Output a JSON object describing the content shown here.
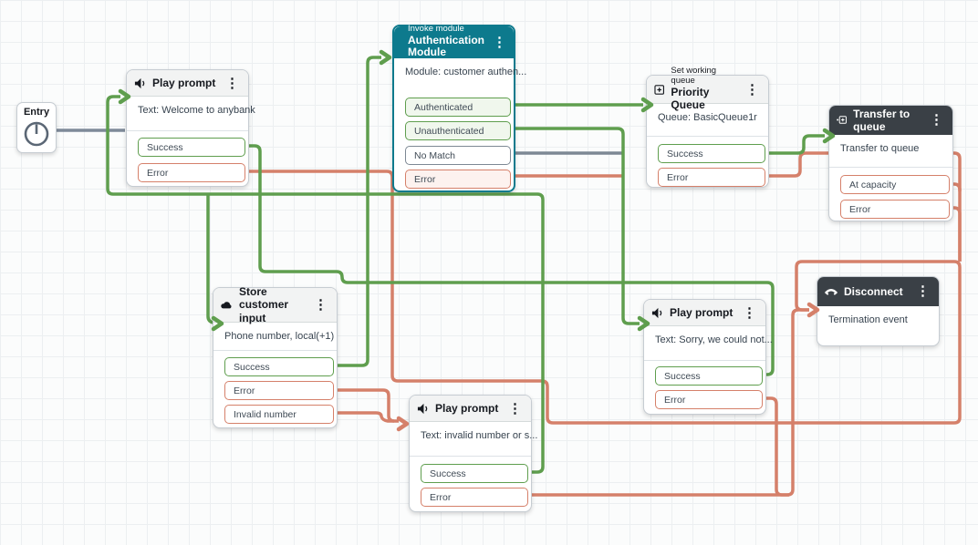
{
  "canvas": {
    "background": "#fbfcfc",
    "grid_color": "#eceff1"
  },
  "colors": {
    "success_wire": "#5f9e4e",
    "error_wire": "#d5806a",
    "neutral_wire": "#7d8894",
    "entry_wire": "#7e8a99",
    "module_header": "#0d7a8d",
    "dark_header": "#3a4046",
    "header_bg": "#f2f3f3"
  },
  "entry": {
    "label": "Entry"
  },
  "nodes": [
    {
      "id": "play-prompt-welcome",
      "title": "Play prompt",
      "icon": "speaker",
      "body": "Text: Welcome to anybank",
      "menu": "⋮",
      "outputs": [
        {
          "label": "Success",
          "color": "green"
        },
        {
          "label": "Error",
          "color": "red"
        }
      ]
    },
    {
      "id": "authentication-module",
      "kind": "Invoke module",
      "title": "Authentication Module",
      "icon": "module",
      "body": "Module: customer authen...",
      "has_dropdown": true,
      "menu": "⋮",
      "outputs": [
        {
          "label": "Authenticated",
          "color": "green",
          "tint": true
        },
        {
          "label": "Unauthenticated",
          "color": "green",
          "tint": true
        },
        {
          "label": "No Match",
          "color": "gray"
        },
        {
          "label": "Error",
          "color": "red",
          "tint": true
        }
      ]
    },
    {
      "id": "priority-queue",
      "kind": "Set working queue",
      "title": "Priority Queue",
      "icon": "queue",
      "body": "Queue: BasicQueue1r",
      "menu": "⋮",
      "outputs": [
        {
          "label": "Success",
          "color": "green"
        },
        {
          "label": "Error",
          "color": "red"
        }
      ]
    },
    {
      "id": "transfer-to-queue",
      "title": "Transfer to queue",
      "icon": "transfer",
      "body": "Transfer to queue",
      "menu": "⋮",
      "outputs": [
        {
          "label": "At capacity",
          "color": "red"
        },
        {
          "label": "Error",
          "color": "red"
        }
      ]
    },
    {
      "id": "store-customer-input",
      "title": "Store customer input",
      "icon": "cloud",
      "body": "Phone number, local(+1)",
      "menu": "⋮",
      "outputs": [
        {
          "label": "Success",
          "color": "green"
        },
        {
          "label": "Error",
          "color": "red"
        },
        {
          "label": "Invalid number",
          "color": "red"
        }
      ]
    },
    {
      "id": "play-prompt-invalid",
      "title": "Play prompt",
      "icon": "speaker",
      "body": "Text: invalid number or s...",
      "has_dropdown": true,
      "menu": "⋮",
      "outputs": [
        {
          "label": "Success",
          "color": "green"
        },
        {
          "label": "Error",
          "color": "red"
        }
      ]
    },
    {
      "id": "play-prompt-sorry",
      "title": "Play prompt",
      "icon": "speaker",
      "body": "Text: Sorry, we could not...",
      "has_dropdown": true,
      "menu": "⋮",
      "outputs": [
        {
          "label": "Success",
          "color": "green"
        },
        {
          "label": "Error",
          "color": "red"
        }
      ]
    },
    {
      "id": "disconnect",
      "title": "Disconnect",
      "icon": "phone",
      "body": "Termination event",
      "menu": "⋮",
      "outputs": []
    }
  ],
  "wires": [
    {
      "from": "entry",
      "to": "play-prompt-welcome",
      "color": "entry"
    },
    {
      "from": "play-prompt-welcome.Success",
      "to": "store-customer-input",
      "color": "success"
    },
    {
      "from": "play-prompt-welcome.Error",
      "to": "disconnect",
      "color": "error"
    },
    {
      "from": "store-customer-input.Success",
      "to": "authentication-module",
      "color": "success"
    },
    {
      "from": "store-customer-input.Error",
      "to": "play-prompt-invalid",
      "color": "error"
    },
    {
      "from": "store-customer-input.Invalid number",
      "to": "play-prompt-invalid",
      "color": "error"
    },
    {
      "from": "authentication-module.Authenticated",
      "to": "priority-queue",
      "color": "success"
    },
    {
      "from": "authentication-module.Unauthenticated",
      "to": "play-prompt-sorry",
      "color": "success"
    },
    {
      "from": "authentication-module.No Match",
      "to": "play-prompt-sorry",
      "color": "neutral"
    },
    {
      "from": "authentication-module.Error",
      "to": "play-prompt-sorry",
      "color": "error"
    },
    {
      "from": "priority-queue.Success",
      "to": "transfer-to-queue",
      "color": "success"
    },
    {
      "from": "priority-queue.Error",
      "to": "disconnect",
      "color": "error"
    },
    {
      "from": "transfer-to-queue.At capacity",
      "to": "disconnect",
      "color": "error"
    },
    {
      "from": "transfer-to-queue.Error",
      "to": "disconnect",
      "color": "error"
    },
    {
      "from": "play-prompt-invalid.Success",
      "to": "play-prompt-welcome",
      "color": "success"
    },
    {
      "from": "play-prompt-invalid.Error",
      "to": "disconnect",
      "color": "error"
    },
    {
      "from": "play-prompt-sorry.Success",
      "to": "play-prompt-welcome",
      "color": "success"
    },
    {
      "from": "play-prompt-sorry.Error",
      "to": "disconnect",
      "color": "error"
    }
  ]
}
